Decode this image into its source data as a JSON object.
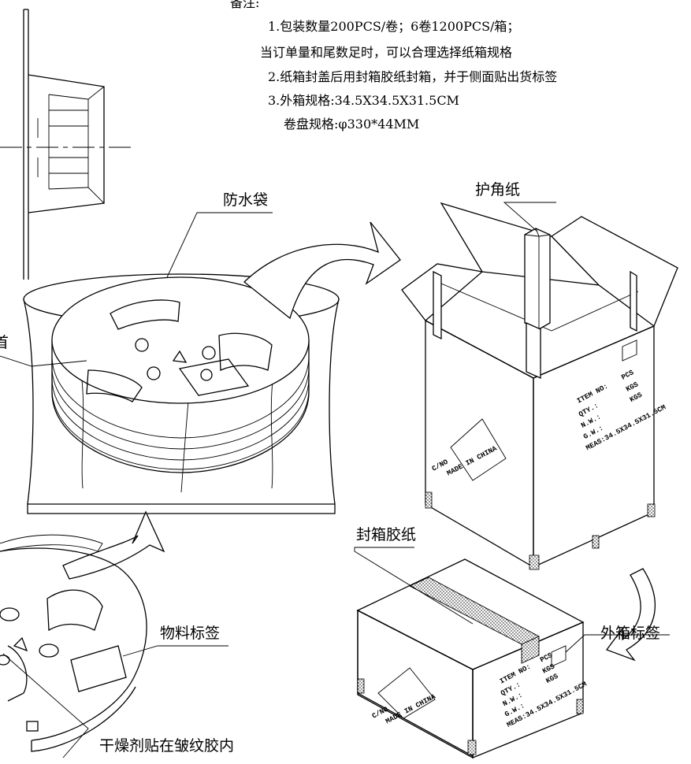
{
  "notes": {
    "heading": "备注:",
    "line1": "1.包装数量200PCS/卷；6卷1200PCS/箱；",
    "line2": "当订单量和尾数足时，可以合理选择纸箱规格",
    "line3": "2.纸箱封盖后用封箱胶纸封箱，并于侧面贴出货标签",
    "line4": "3.外箱规格:34.5X34.5X31.5CM",
    "line5": "卷盘规格:φ330*44MM"
  },
  "callouts": {
    "waterproof_bag": "防水袋",
    "corner_paper": "护角纸",
    "left_cut": "首",
    "sealing_tape": "封箱胶纸",
    "material_label": "物料标签",
    "outer_box_label": "外箱标签",
    "desiccant": "干燥剂贴在皱纹胶内"
  },
  "box_markings": {
    "item_no": "ITEM NO:",
    "pcs": "PCS",
    "qty": "QTY.:",
    "kgs": "KGS",
    "nw": "N.W.:",
    "gw": "G.W.:",
    "meas": "MEAS:34.5X34.5X31.5CM",
    "cno": "C/NO",
    "made_in": "MADE IN CHINA"
  }
}
